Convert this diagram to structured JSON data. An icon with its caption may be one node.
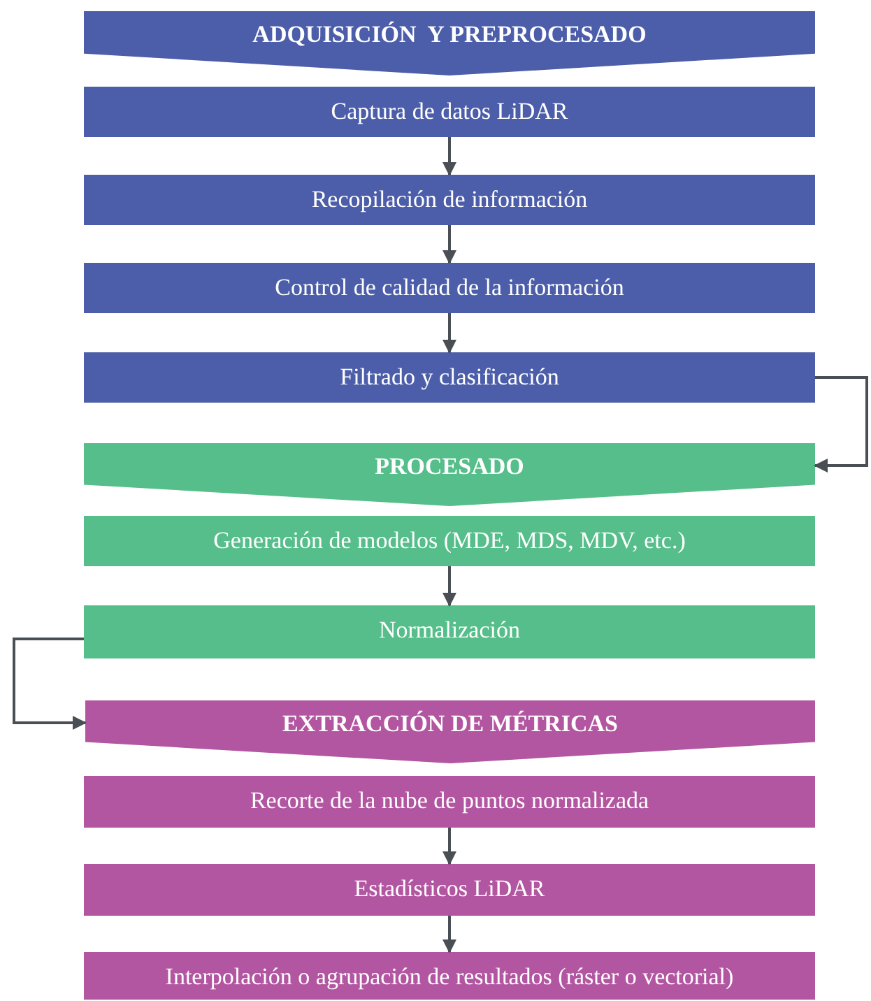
{
  "diagram": {
    "nodes": [
      {
        "text": [
          "ADQUISICIÓN  Y PREPROCESADO"
        ]
      },
      {
        "text": [
          "Captura de datos LiDAR"
        ]
      },
      {
        "text": [
          "Recopilación de información"
        ]
      },
      {
        "text": [
          "Control de calidad de la información"
        ]
      },
      {
        "text": [
          "Filtrado y clasificación"
        ]
      },
      {
        "text": [
          "PROCESADO"
        ]
      },
      {
        "text": [
          "Generación de modelos (MDE, MDS, MDV, etc.)"
        ]
      },
      {
        "text": [
          "Normalización"
        ]
      },
      {
        "text": [
          "EXTRACCIÓN DE MÉTRICAS"
        ]
      },
      {
        "text": [
          "Recorte de la nube de puntos normalizada"
        ]
      },
      {
        "text": [
          "Estadísticos LiDAR"
        ]
      },
      {
        "text": [
          "Interpolación o agrupación de resultados (ráster o vectorial)"
        ]
      }
    ],
    "edges": [
      {
        "from": 1,
        "to": 2,
        "arrow": "to"
      },
      {
        "from": 2,
        "to": 3,
        "arrow": "to"
      },
      {
        "from": 3,
        "to": 4,
        "arrow": "to"
      },
      {
        "from": 4,
        "to": 5,
        "arrow": "to"
      },
      {
        "from": 6,
        "to": 7,
        "arrow": "to"
      },
      {
        "from": 7,
        "to": 8,
        "arrow": "to"
      },
      {
        "from": 9,
        "to": 10,
        "arrow": "to"
      },
      {
        "from": 10,
        "to": 11,
        "arrow": "to"
      }
    ]
  }
}
